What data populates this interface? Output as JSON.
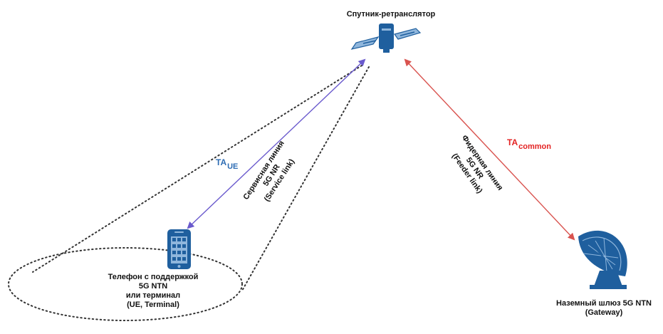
{
  "satellite": {
    "title": "Спутник-ретранслятор"
  },
  "phone": {
    "lines": [
      "Телефон с поддержкой",
      "5G NTN",
      "или терминал",
      "(UE, Terminal)"
    ]
  },
  "gateway": {
    "lines": [
      "Наземный шлюз 5G NTN",
      "(Gateway)"
    ]
  },
  "service_link": {
    "lines": [
      "Сервисная линия",
      "5G NR",
      "(Service link)"
    ],
    "ta": {
      "base": "TA",
      "sub": "UE"
    }
  },
  "feeder_link": {
    "lines": [
      "Фидерная линия",
      "5G NR",
      "(Feeder link)"
    ],
    "ta": {
      "base": "TA",
      "sub": "common"
    }
  },
  "colors": {
    "service_arrow": "#6a5acd",
    "feeder_arrow": "#d9534f",
    "ta_ue": "#2e6db4",
    "ta_common": "#e32222",
    "icon_blue": "#1f5f9e",
    "icon_light": "#8fb6dc"
  }
}
